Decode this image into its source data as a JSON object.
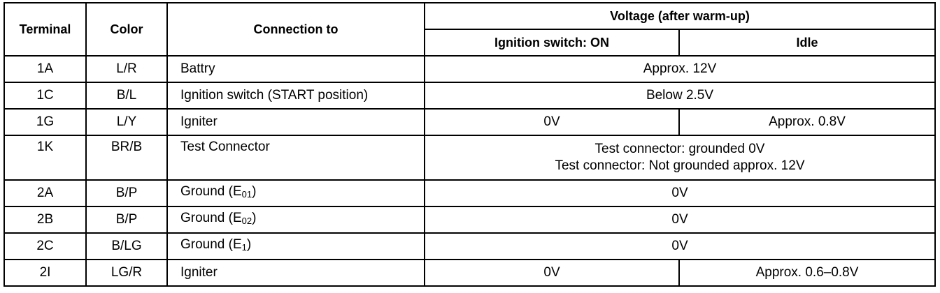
{
  "headers": {
    "terminal": "Terminal",
    "color": "Color",
    "connection_to": "Connection to",
    "voltage": "Voltage (after warm-up)",
    "ignition_on": "Ignition switch: ON",
    "idle": "Idle"
  },
  "rows": [
    {
      "terminal": "1A",
      "color": "L/R",
      "connection": "Battry",
      "voltage": "Approx. 12V"
    },
    {
      "terminal": "1C",
      "color": "B/L",
      "connection": "Ignition switch (START position)",
      "voltage": "Below 2.5V"
    },
    {
      "terminal": "1G",
      "color": "L/Y",
      "connection": "Igniter",
      "ignition_on": "0V",
      "idle": "Approx. 0.8V"
    },
    {
      "terminal": "1K",
      "color": "BR/B",
      "connection": "Test Connector",
      "voltage_line1": "Test connector: grounded 0V",
      "voltage_line2": "Test connector: Not grounded approx. 12V"
    },
    {
      "terminal": "2A",
      "color": "B/P",
      "connection_prefix": "Ground (E",
      "connection_sub": "01",
      "connection_suffix": ")",
      "voltage": "0V"
    },
    {
      "terminal": "2B",
      "color": "B/P",
      "connection_prefix": "Ground (E",
      "connection_sub": "02",
      "connection_suffix": ")",
      "voltage": "0V"
    },
    {
      "terminal": "2C",
      "color": "B/LG",
      "connection_prefix": "Ground (E",
      "connection_sub": "1",
      "connection_suffix": ")",
      "voltage": "0V"
    },
    {
      "terminal": "2I",
      "color": "LG/R",
      "connection": "Igniter",
      "ignition_on": "0V",
      "idle": "Approx. 0.6–0.8V"
    }
  ]
}
